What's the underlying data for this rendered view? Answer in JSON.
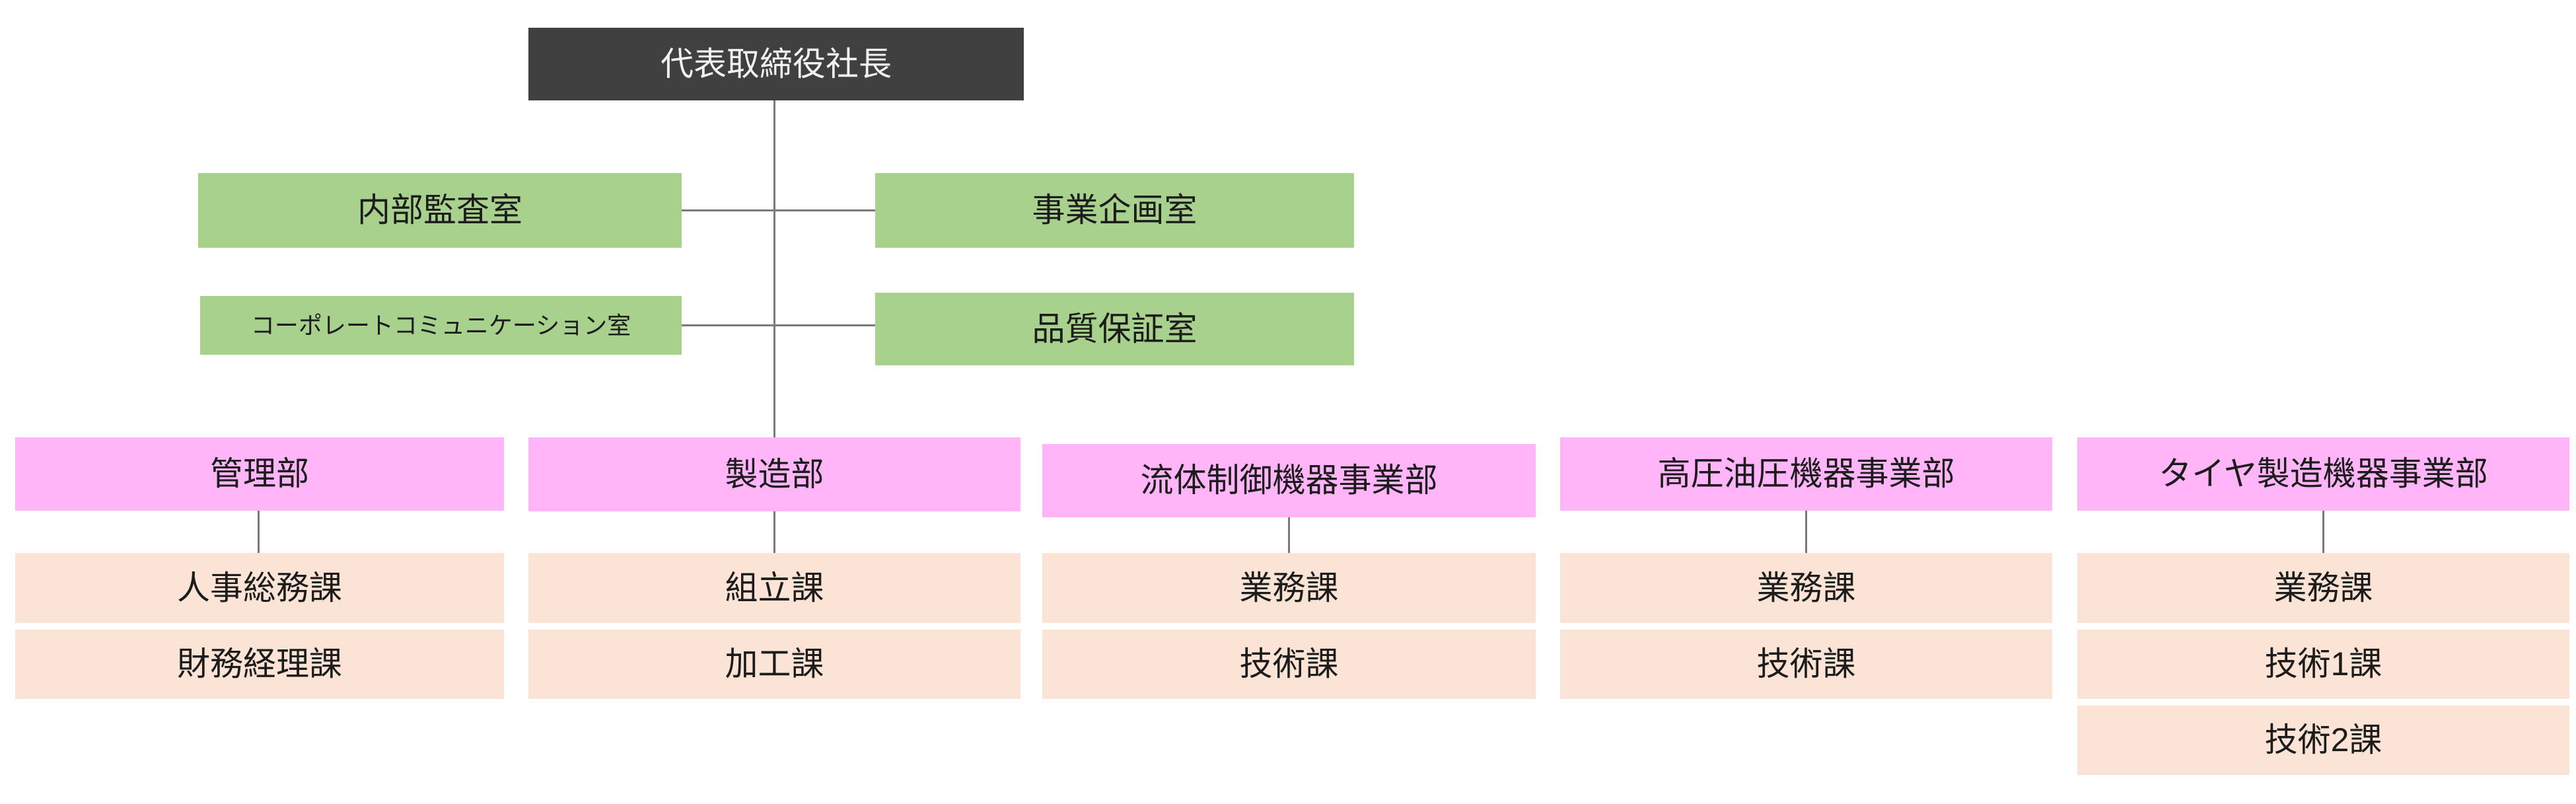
{
  "colors": {
    "canvas_bg": "#ffffff",
    "ceo_bg": "#404040",
    "ceo_text": "#f2f2f2",
    "office_bg": "#a9d18e",
    "dept_bg": "#ffb5f8",
    "section_bg": "#fbe4d5",
    "line": "#7a7a7a",
    "text": "#1c1c1c"
  },
  "ceo": {
    "label": "代表取締役社長"
  },
  "offices": [
    {
      "label": "内部監査室"
    },
    {
      "label": "事業企画室"
    },
    {
      "label": "コーポレートコミュニケーション室"
    },
    {
      "label": "品質保証室"
    }
  ],
  "departments": [
    {
      "label": "管理部",
      "sections": [
        "人事総務課",
        "財務経理課"
      ]
    },
    {
      "label": "製造部",
      "sections": [
        "組立課",
        "加工課"
      ]
    },
    {
      "label": "流体制御機器事業部",
      "sections": [
        "業務課",
        "技術課"
      ]
    },
    {
      "label": "高圧油圧機器事業部",
      "sections": [
        "業務課",
        "技術課"
      ]
    },
    {
      "label": "タイヤ製造機器事業部",
      "sections": [
        "業務課",
        "技術1課",
        "技術2課"
      ]
    }
  ]
}
